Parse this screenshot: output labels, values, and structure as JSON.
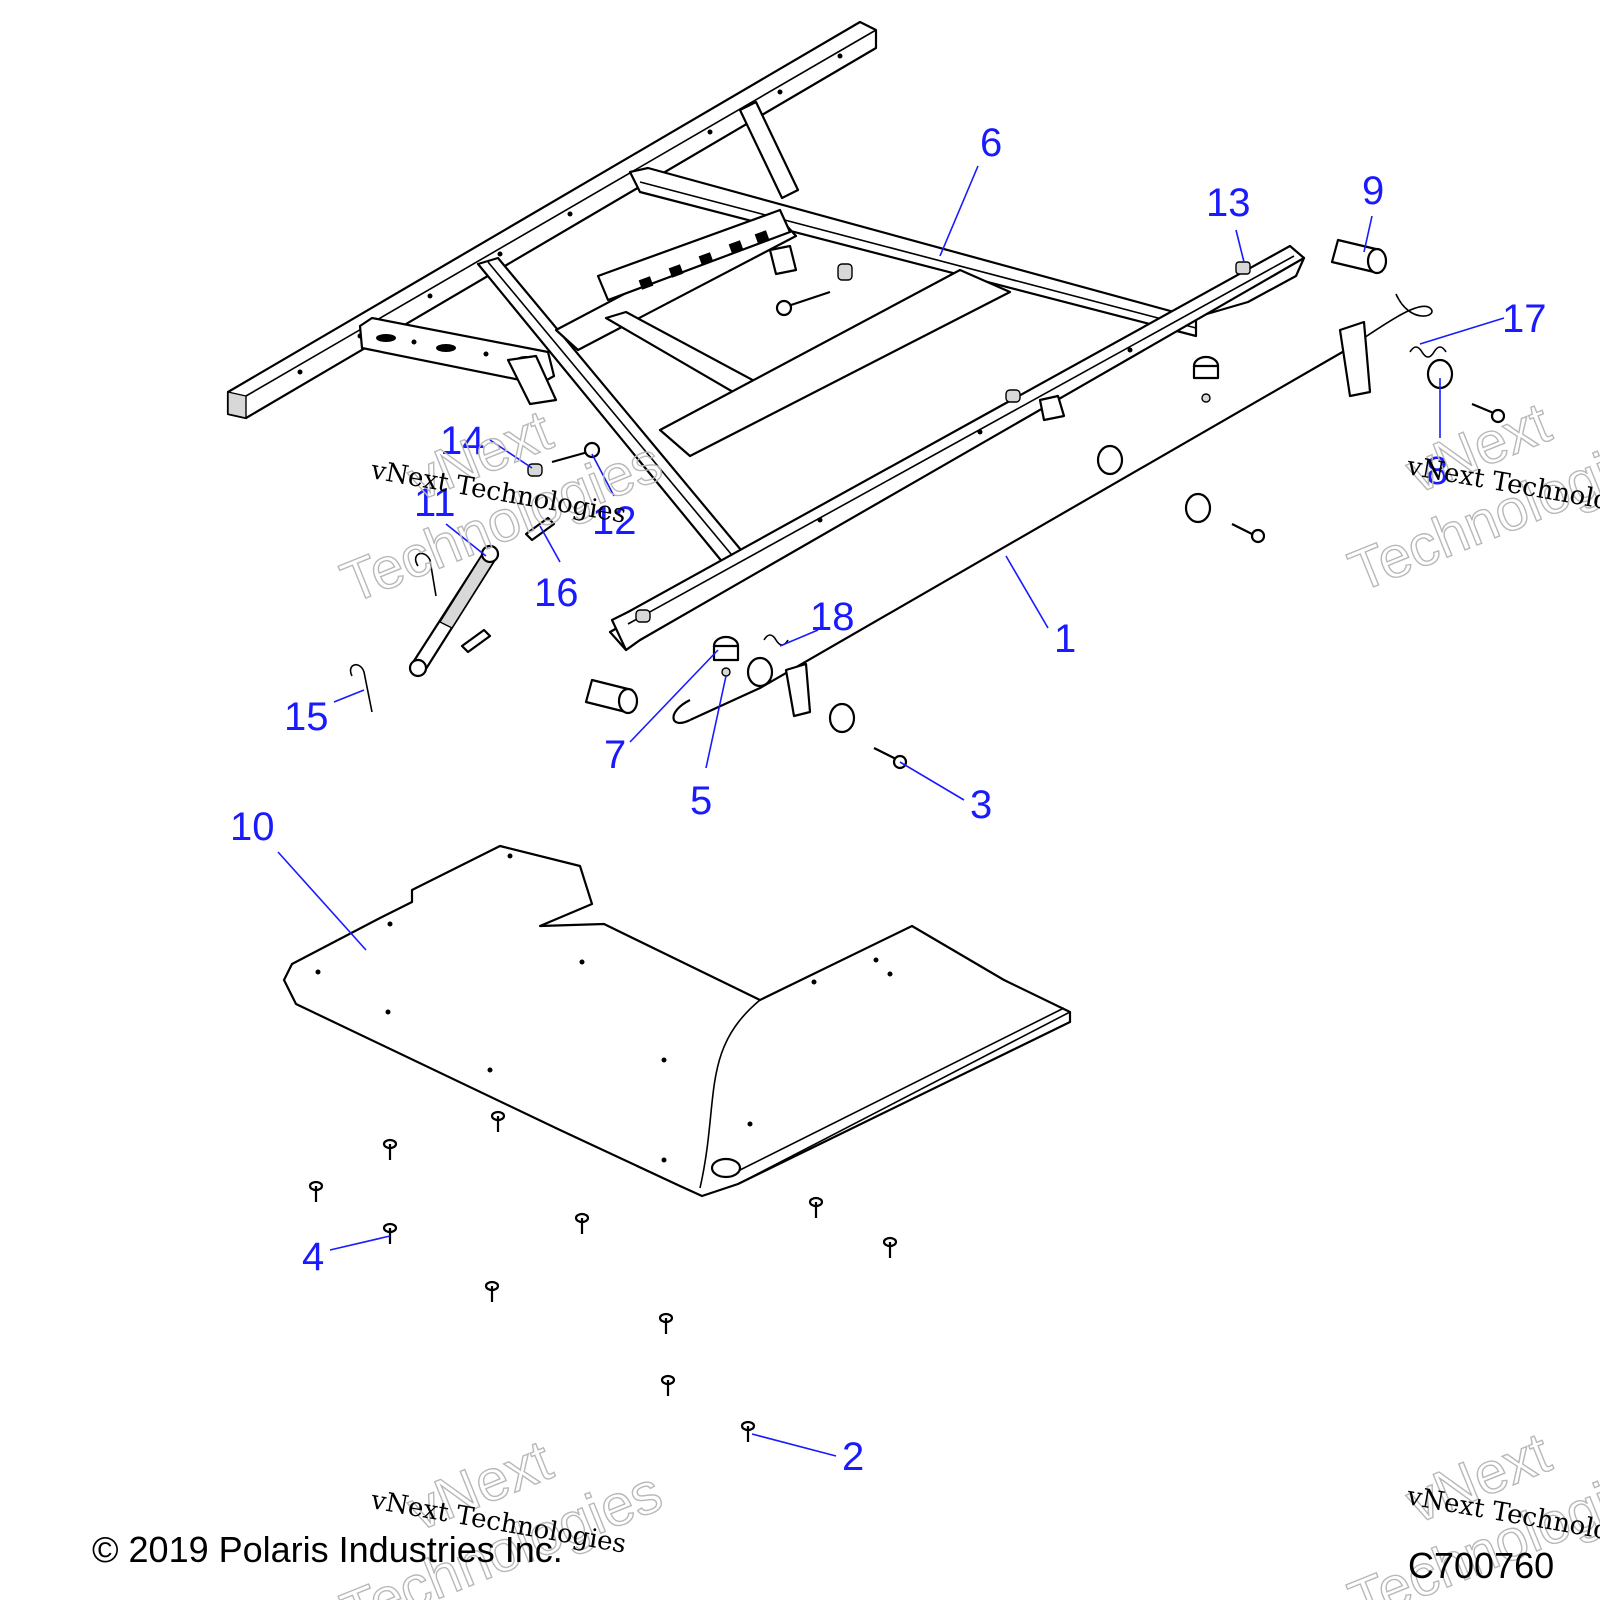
{
  "callouts": [
    {
      "id": "1",
      "label": "1"
    },
    {
      "id": "2",
      "label": "2"
    },
    {
      "id": "3",
      "label": "3"
    },
    {
      "id": "4",
      "label": "4"
    },
    {
      "id": "5",
      "label": "5"
    },
    {
      "id": "6",
      "label": "6"
    },
    {
      "id": "7",
      "label": "7"
    },
    {
      "id": "8",
      "label": "8"
    },
    {
      "id": "9",
      "label": "9"
    },
    {
      "id": "10",
      "label": "10"
    },
    {
      "id": "11",
      "label": "11"
    },
    {
      "id": "12",
      "label": "12"
    },
    {
      "id": "13",
      "label": "13"
    },
    {
      "id": "14",
      "label": "14"
    },
    {
      "id": "15",
      "label": "15"
    },
    {
      "id": "16",
      "label": "16"
    },
    {
      "id": "17",
      "label": "17"
    },
    {
      "id": "18",
      "label": "18"
    }
  ],
  "watermark": {
    "line1": "vNext Technologies",
    "ghost_top": "vNext",
    "ghost_bottom": "Technologies"
  },
  "footer": {
    "copyright": "© 2019 Polaris Industries Inc.",
    "drawing_number": "C700760"
  },
  "colors": {
    "callout": "#1a1aff",
    "linework": "#000000"
  }
}
